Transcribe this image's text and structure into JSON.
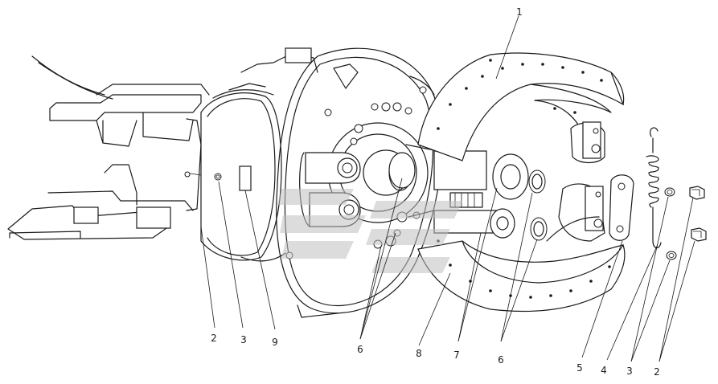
{
  "callouts": [
    {
      "id": "c1",
      "text": "1"
    },
    {
      "id": "c2a",
      "text": "2"
    },
    {
      "id": "c3a",
      "text": "3"
    },
    {
      "id": "c9",
      "text": "9"
    },
    {
      "id": "c6a",
      "text": "6"
    },
    {
      "id": "c8",
      "text": "8"
    },
    {
      "id": "c7",
      "text": "7"
    },
    {
      "id": "c6b",
      "text": "6"
    },
    {
      "id": "c5",
      "text": "5"
    },
    {
      "id": "c4",
      "text": "4"
    },
    {
      "id": "c3b",
      "text": "3"
    },
    {
      "id": "c2b",
      "text": "2"
    }
  ],
  "colors": {
    "line": "#1a1a1a",
    "background": "#ffffff",
    "watermark": "#bfbfbf"
  }
}
